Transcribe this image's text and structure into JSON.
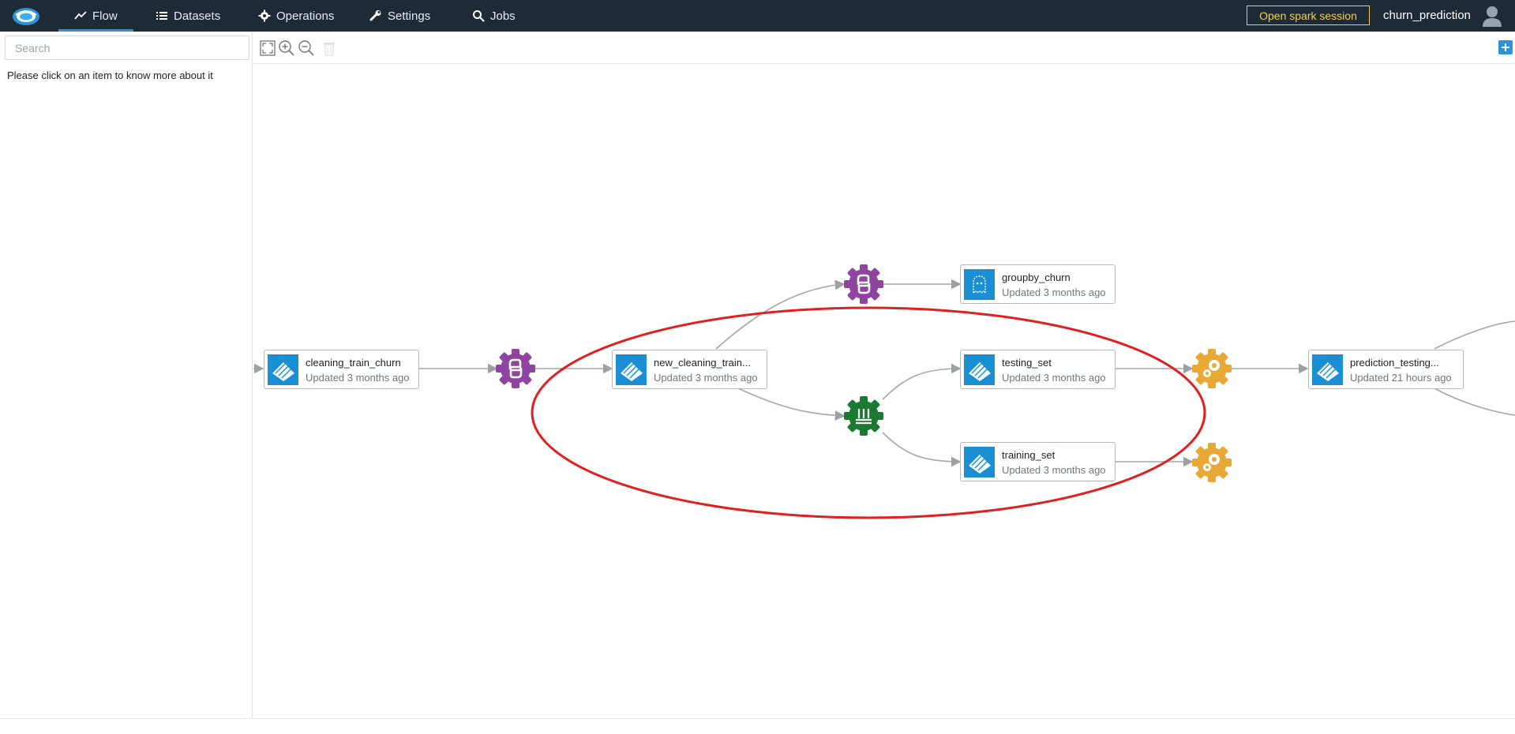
{
  "nav": {
    "tabs": [
      {
        "label": "Flow",
        "icon": "flow-trend-icon",
        "active": true
      },
      {
        "label": "Datasets",
        "icon": "list-icon"
      },
      {
        "label": "Operations",
        "icon": "gear-icon"
      },
      {
        "label": "Settings",
        "icon": "wrench-icon"
      },
      {
        "label": "Jobs",
        "icon": "search-gear-icon"
      }
    ],
    "spark_button": "Open spark session",
    "project": "churn_prediction"
  },
  "sidebar": {
    "search_placeholder": "Search",
    "hint": "Please click on an item to know more about it"
  },
  "datasets": [
    {
      "id": "cleaning_train_churn",
      "name": "cleaning_train_churn",
      "updated": "Updated 3 months ago",
      "icon": "table-icon"
    },
    {
      "id": "new_cleaning_train",
      "name": "new_cleaning_train...",
      "updated": "Updated 3 months ago",
      "icon": "table-icon"
    },
    {
      "id": "groupby_churn",
      "name": "groupby_churn",
      "updated": "Updated 3 months ago",
      "icon": "ghost-icon"
    },
    {
      "id": "testing_set",
      "name": "testing_set",
      "updated": "Updated 3 months ago",
      "icon": "table-icon"
    },
    {
      "id": "training_set",
      "name": "training_set",
      "updated": "Updated 3 months ago",
      "icon": "table-icon"
    },
    {
      "id": "prediction_testing",
      "name": "prediction_testing...",
      "updated": "Updated 21 hours ago",
      "icon": "table-icon"
    }
  ],
  "recipes": [
    {
      "id": "python-recipe-1",
      "type": "python",
      "icon": "python-gear-icon",
      "color": "#8e44a0"
    },
    {
      "id": "python-recipe-2",
      "type": "python",
      "icon": "python-gear-icon",
      "color": "#8e44a0"
    },
    {
      "id": "split-recipe",
      "type": "split",
      "icon": "split-gear-icon",
      "color": "#1a7a32"
    },
    {
      "id": "model-recipe-1",
      "type": "model",
      "icon": "model-gear-icon",
      "color": "#e8a835"
    },
    {
      "id": "model-recipe-2",
      "type": "model",
      "icon": "model-gear-icon",
      "color": "#e8a835"
    }
  ],
  "highlight_color": "#e02020"
}
